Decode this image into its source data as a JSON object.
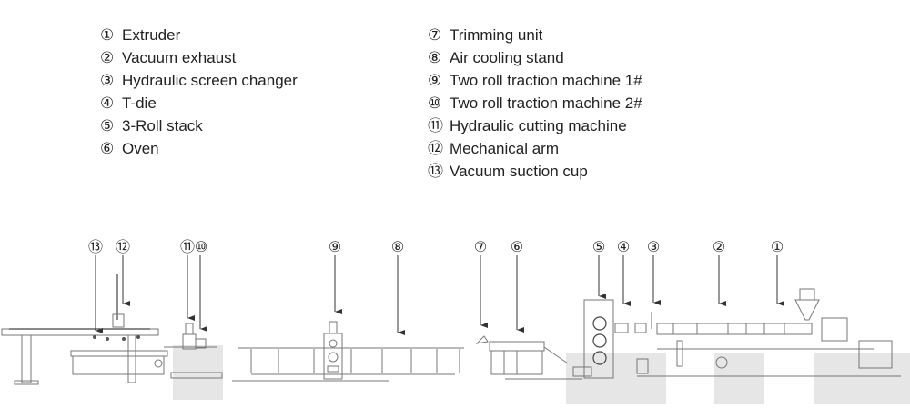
{
  "legend": {
    "left": [
      {
        "num": "①",
        "label": "Extruder"
      },
      {
        "num": "②",
        "label": "Vacuum exhaust"
      },
      {
        "num": "③",
        "label": "Hydraulic screen changer"
      },
      {
        "num": "④",
        "label": "T-die"
      },
      {
        "num": "⑤",
        "label": "3-Roll stack"
      },
      {
        "num": "⑥",
        "label": "Oven"
      }
    ],
    "right": [
      {
        "num": "⑦",
        "label": "Trimming unit"
      },
      {
        "num": "⑧",
        "label": "Air cooling stand"
      },
      {
        "num": "⑨",
        "label": "Two roll traction machine 1#"
      },
      {
        "num": "⑩",
        "label": "Two roll traction machine 2#"
      },
      {
        "num": "⑪",
        "label": "Hydraulic cutting machine"
      },
      {
        "num": "⑫",
        "label": "Mechanical arm"
      },
      {
        "num": "⑬",
        "label": "Vacuum suction cup"
      }
    ]
  },
  "callouts": {
    "c13": "⑬",
    "c12": "⑫",
    "c11": "⑪",
    "c10": "⑩",
    "c9": "⑨",
    "c8": "⑧",
    "c7": "⑦",
    "c6": "⑥",
    "c5": "⑤",
    "c4": "④",
    "c3": "③",
    "c2": "②",
    "c1": "①"
  }
}
